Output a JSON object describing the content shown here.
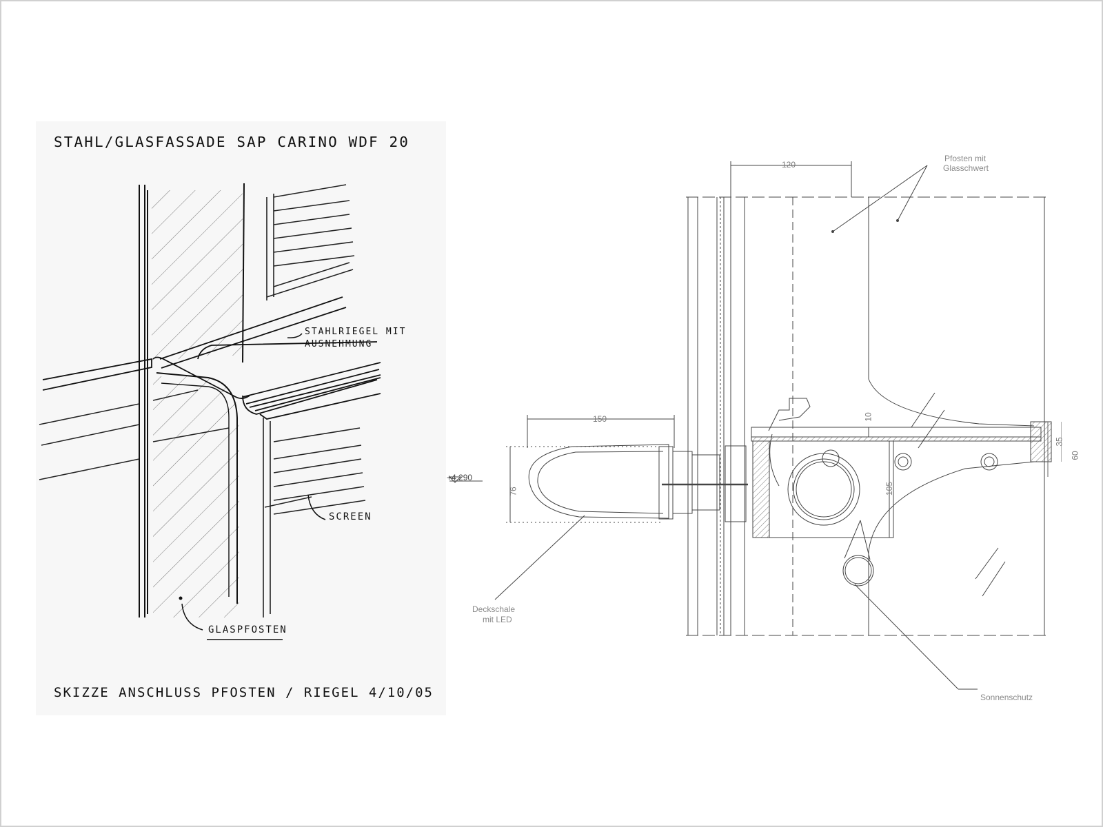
{
  "sketch": {
    "title": "STAHL/GLASFASSADE SAP CARINO WDF 20",
    "caption": "SKIZZE ANSCHLUSS PFOSTEN / RIEGEL 4/10/05",
    "labels": {
      "stahlriegel_line1": "STAHLRIEGEL MIT",
      "stahlriegel_line2": "AUSNEHMUNG",
      "screen": "SCREEN",
      "glaspfosten": "GLASPFOSTEN"
    }
  },
  "cad": {
    "labels": {
      "pfosten_line1": "Pfosten mit",
      "pfosten_line2": "Glasschwert",
      "deckschale_line1": "Deckschale",
      "deckschale_line2": "mit LED",
      "sonnenschutz": "Sonnenschutz"
    },
    "level": "+4.290",
    "dimensions": {
      "d120": "120",
      "d150": "150",
      "d76": "76",
      "d10": "10",
      "d105": "105",
      "d35": "35",
      "d60": "60"
    }
  }
}
